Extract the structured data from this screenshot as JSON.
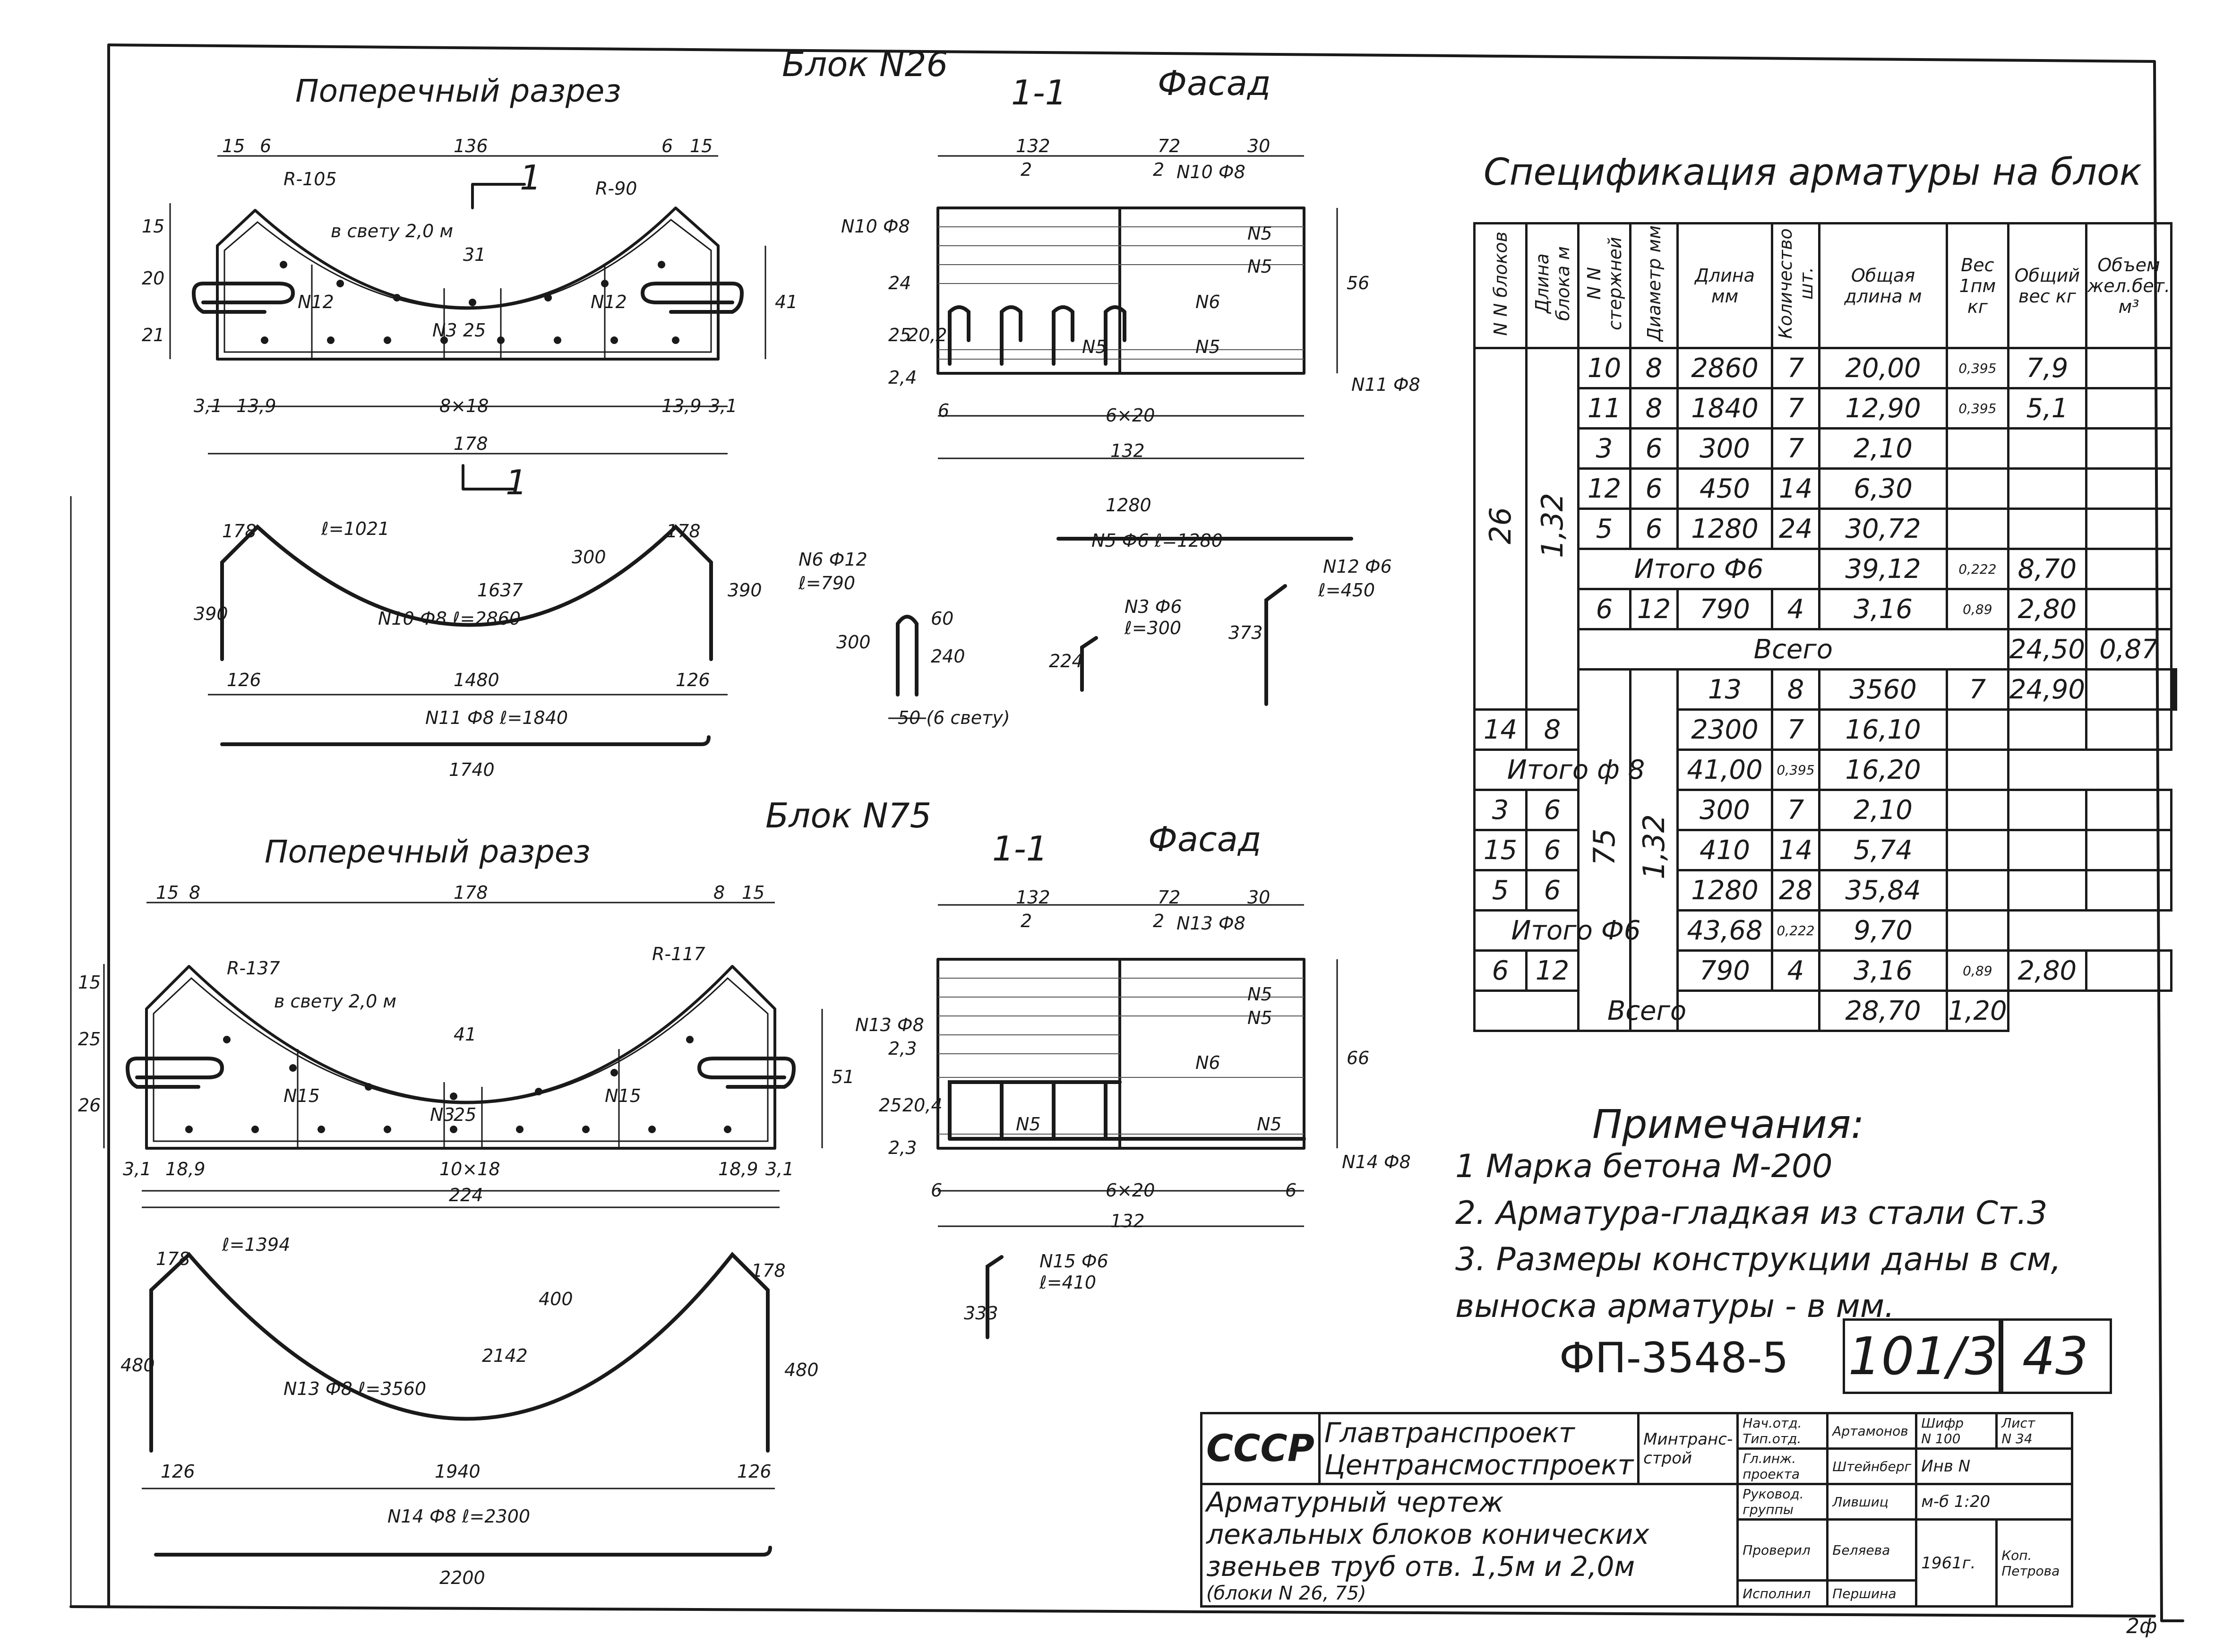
{
  "block26": {
    "title": "Блок N26",
    "cross_section": "Поперечный разрез",
    "section": "1-1",
    "facade": "Фасад",
    "dims_top": [
      "15",
      "6",
      "136",
      "6",
      "15"
    ],
    "dims_side": [
      "15",
      "20",
      "21",
      "41",
      "31",
      "25"
    ],
    "bottom_dims": [
      "3,1",
      "13,9",
      "8×18",
      "13,9",
      "3,1"
    ],
    "total_width": "178",
    "radius_left": "R-105",
    "radius_right": "R-90",
    "clear_label": "в свету 2,0 м",
    "bar_labels": [
      "N12",
      "N3",
      "N12"
    ],
    "section_mark": "1",
    "facade_dims": [
      "132",
      "2",
      "72",
      "2",
      "30",
      "56",
      "6",
      "6×20",
      "132",
      "24",
      "25",
      "20,2",
      "2,4"
    ],
    "facade_bars": [
      "N10 Ф8",
      "N10 Ф8",
      "N5",
      "N5",
      "N6",
      "N5",
      "N5",
      "N11 Ф8"
    ],
    "bar10": {
      "arc": "1637",
      "label": "N10 Ф8  ℓ=2860",
      "top": "178",
      "side": "390",
      "sag": "300",
      "base": "1480",
      "end": "126",
      "hook": "ℓ=1021"
    },
    "bar11": {
      "label": "N11 Ф8  ℓ=1840",
      "length": "1740"
    },
    "bar5": {
      "length": "1280",
      "label": "N5 Ф6  ℓ=1280"
    },
    "bar6": {
      "label": "N6 Ф12",
      "len": "ℓ=790",
      "dims": [
        "300",
        "240",
        "60"
      ],
      "clear": "50 (6 свету)"
    },
    "bar3": {
      "label": "N3 Ф6",
      "len": "ℓ=300",
      "dim": "224"
    },
    "bar12": {
      "label": "N12 Ф6",
      "len": "ℓ=450",
      "dim": "373"
    }
  },
  "block75": {
    "title": "Блок N75",
    "cross_section": "Поперечный разрез",
    "section": "1-1",
    "facade": "Фасад",
    "dims_top": [
      "15",
      "8",
      "178",
      "8",
      "15"
    ],
    "dims_side": [
      "15",
      "25",
      "26",
      "51",
      "41",
      "25"
    ],
    "bottom_dims": [
      "3,1",
      "18,9",
      "10×18",
      "18,9",
      "3,1"
    ],
    "total_width": "224",
    "radius_left": "R-137",
    "radius_right": "R-117",
    "clear_label": "в свету 2,0 м",
    "bar_labels": [
      "N15",
      "N3",
      "N15"
    ],
    "facade_dims": [
      "132",
      "2",
      "72",
      "2",
      "30",
      "66",
      "6",
      "6×20",
      "6",
      "132",
      "2,3",
      "25",
      "20,4",
      "2,3"
    ],
    "facade_bars": [
      "N13 Ф8",
      "N13 Ф8",
      "N5",
      "N5",
      "N6",
      "N5",
      "N5",
      "N14 Ф8"
    ],
    "bar13": {
      "arc": "2142",
      "label": "N13 Ф8  ℓ=3560",
      "top": "178",
      "side": "480",
      "sag": "400",
      "base": "1940",
      "end": "126",
      "hook": "ℓ=1394"
    },
    "bar14": {
      "label": "N14 Ф8  ℓ=2300",
      "length": "2200"
    },
    "bar15": {
      "label": "N15 Ф6",
      "len": "ℓ=410",
      "dim": "333"
    }
  },
  "spec": {
    "title": "Спецификация арматуры на блок",
    "headers": [
      "N N блоков",
      "Длина блока м",
      "N N стержней",
      "Диаметр мм",
      "Длина мм",
      "Количество шт.",
      "Общая длина м",
      "Вес 1пм кг",
      "Общий вес кг",
      "Объем жел.бет. м³"
    ],
    "block26": {
      "no": "26",
      "len": "1,32",
      "rows": [
        [
          "10",
          "8",
          "2860",
          "7",
          "20,00",
          "0,395",
          "7,9"
        ],
        [
          "11",
          "8",
          "1840",
          "7",
          "12,90",
          "0,395",
          "5,1"
        ],
        [
          "3",
          "6",
          "300",
          "7",
          "2,10",
          "",
          ""
        ],
        [
          "12",
          "6",
          "450",
          "14",
          "6,30",
          "",
          ""
        ],
        [
          "5",
          "6",
          "1280",
          "24",
          "30,72",
          "",
          ""
        ]
      ],
      "subtotal": {
        "label": "Итого Ф6",
        "len": "39,12",
        "w": "0,222",
        "total": "8,70"
      },
      "row6": [
        "6",
        "12",
        "790",
        "4",
        "3,16",
        "0,89",
        "2,80"
      ],
      "total": {
        "label": "Всего",
        "weight": "24,50",
        "vol": "0,87"
      }
    },
    "block75": {
      "no": "75",
      "len": "1,32",
      "rows_a": [
        [
          "13",
          "8",
          "3560",
          "7",
          "24,90",
          "",
          ""
        ],
        [
          "14",
          "8",
          "2300",
          "7",
          "16,10",
          "",
          ""
        ]
      ],
      "subtotal_a": {
        "label": "Итого ф 8",
        "len": "41,00",
        "w": "0,395",
        "total": "16,20"
      },
      "rows_b": [
        [
          "3",
          "6",
          "300",
          "7",
          "2,10",
          "",
          ""
        ],
        [
          "15",
          "6",
          "410",
          "14",
          "5,74",
          "",
          ""
        ],
        [
          "5",
          "6",
          "1280",
          "28",
          "35,84",
          "",
          ""
        ]
      ],
      "subtotal_b": {
        "label": "Итого Ф6",
        "len": "43,68",
        "w": "0,222",
        "total": "9,70"
      },
      "row6": [
        "6",
        "12",
        "790",
        "4",
        "3,16",
        "0,89",
        "2,80"
      ],
      "total": {
        "label": "Всего",
        "weight": "28,70",
        "vol": "1,20"
      }
    }
  },
  "notes": {
    "title": "Примечания:",
    "items": [
      "1  Марка бетона  М-200",
      "2. Арматура-гладкая из стали Ст.3",
      "3. Размеры конструкции даны в см,",
      "    выноска арматуры - в мм."
    ]
  },
  "codes": {
    "drawing_no": "ФП-3548-5",
    "album": "101/3",
    "sheet": "43",
    "corner": "2ф"
  },
  "title_block": {
    "country": "СССР",
    "org1": "Главтранспроект",
    "org2": "Центрансмостпроект",
    "ministry": "Минтранс- строй",
    "roles": [
      "Нач.отд. Тип.отд.",
      "Гл.инж. проекта",
      "Руковод. группы",
      "Проверил",
      "Исполнил"
    ],
    "names": [
      "Артамонов",
      "Штейнберг",
      "Лившиц",
      "Беляева",
      "Першина"
    ],
    "drawing_title": [
      "Арматурный чертеж",
      "лекальных блоков конических",
      "звеньев труб  отв. 1,5м и 2,0м",
      "(блоки  N 26, 75)"
    ],
    "cipher_label": "Шифр",
    "cipher": "N 100",
    "sheet_label": "Лист",
    "sheet": "N 34",
    "inv": "Инв N",
    "scale": "м-б 1:20",
    "year": "1961г.",
    "copied": "Коп. Петрова"
  }
}
